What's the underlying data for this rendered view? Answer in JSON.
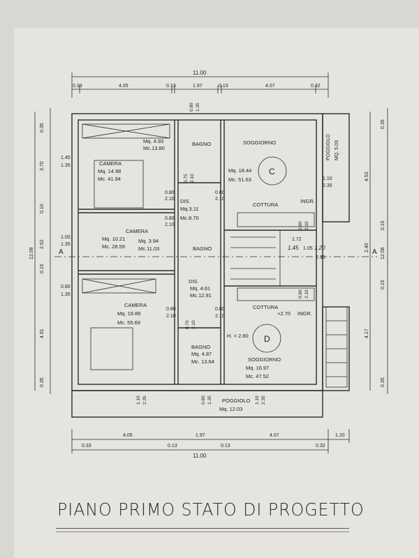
{
  "title": "PIANO PRIMO STATO DI PROGETTO",
  "dimensions": {
    "top_total": "11.00",
    "top": [
      "0.33",
      "4.05",
      "0.13",
      "1.97",
      "0.13",
      "4.07",
      "0.32"
    ],
    "bottom": [
      "4.05",
      "1.97",
      "4.07",
      "1.20"
    ],
    "bottom_small": [
      "0.33",
      "0.13",
      "0.13",
      "0.32"
    ],
    "bottom_total": "11.00",
    "left": [
      "0.35",
      "3.70",
      "0.10",
      "2.52",
      "0.15",
      "4.91",
      "0.35"
    ],
    "left_total": "12.08",
    "right": [
      "0.35",
      "4.53",
      "0.15",
      "2.40",
      "0.15",
      "4.17",
      "0.35"
    ],
    "right_total": "12.08"
  },
  "rooms": {
    "camera1": {
      "name": "CAMERA",
      "mq": "Mq. 14.98",
      "mc": "Mc. 41.94"
    },
    "closet1": {
      "mq": "Mq. 4.93",
      "mc": "Mc.13.80"
    },
    "bagno1": {
      "name": "BAGNO"
    },
    "soggiorno1": {
      "name": "SOGGIORNO",
      "mq": "Mq. 18.44",
      "mc": "Mc. 51.63",
      "table": "C"
    },
    "cottura1": {
      "name": "COTTURA"
    },
    "ingr1": {
      "name": "INGR."
    },
    "poggiolo_side": {
      "name": "POGGIOLO",
      "mq": "MQ. 5.03"
    },
    "dis1": {
      "name": "DIS.",
      "mq": "Mq.3.11",
      "mc": "Mc.8.70"
    },
    "camera2": {
      "name": "CAMERA",
      "mq": "Mq. 10.21",
      "mc": "Mc. 28.59"
    },
    "closet2": {
      "mq": "Mq. 3.94",
      "mc": "Mc.11.03"
    },
    "bagno2": {
      "name": "BAGNO"
    },
    "camera3": {
      "name": "CAMERA",
      "mq": "Mq. 19.89",
      "mc": "Mc. 55.69"
    },
    "dis2": {
      "name": "DIS.",
      "mq": "Mq. 4.61",
      "mc": "Mc.12.91"
    },
    "bagno3": {
      "name": "BAGNO",
      "mq": "Mq. 4.87",
      "mc": "Mc. 13.64"
    },
    "cottura2": {
      "name": "COTTURA"
    },
    "ingr2": {
      "name": "INGR."
    },
    "soggiorno2": {
      "name": "SOGGIORNO",
      "mq": "Mq. 16.97",
      "mc": "Mc. 47.52",
      "table": "D",
      "height": "H. = 2.80",
      "level": "+2.70"
    },
    "poggiolo_bottom": {
      "name": "POGGIOLO",
      "mq": "Mq. 12.03"
    }
  },
  "openings": {
    "door": [
      "0.80",
      "2.10"
    ],
    "door_small": [
      "0.75",
      "2.10"
    ],
    "door_70": [
      "0.70",
      "2.10"
    ],
    "entry": [
      "0.90",
      "2.10"
    ],
    "window_big": [
      "1.10",
      "2.35"
    ],
    "window_small": [
      "0.80",
      "1.35"
    ],
    "window_left1": [
      "1.45",
      "1.35"
    ],
    "window_left2": [
      "1.00",
      "1.35"
    ],
    "stair_note": [
      "1.72",
      "1.45",
      "1.05",
      "1.20",
      "2.35"
    ],
    "section_mark": "A"
  }
}
